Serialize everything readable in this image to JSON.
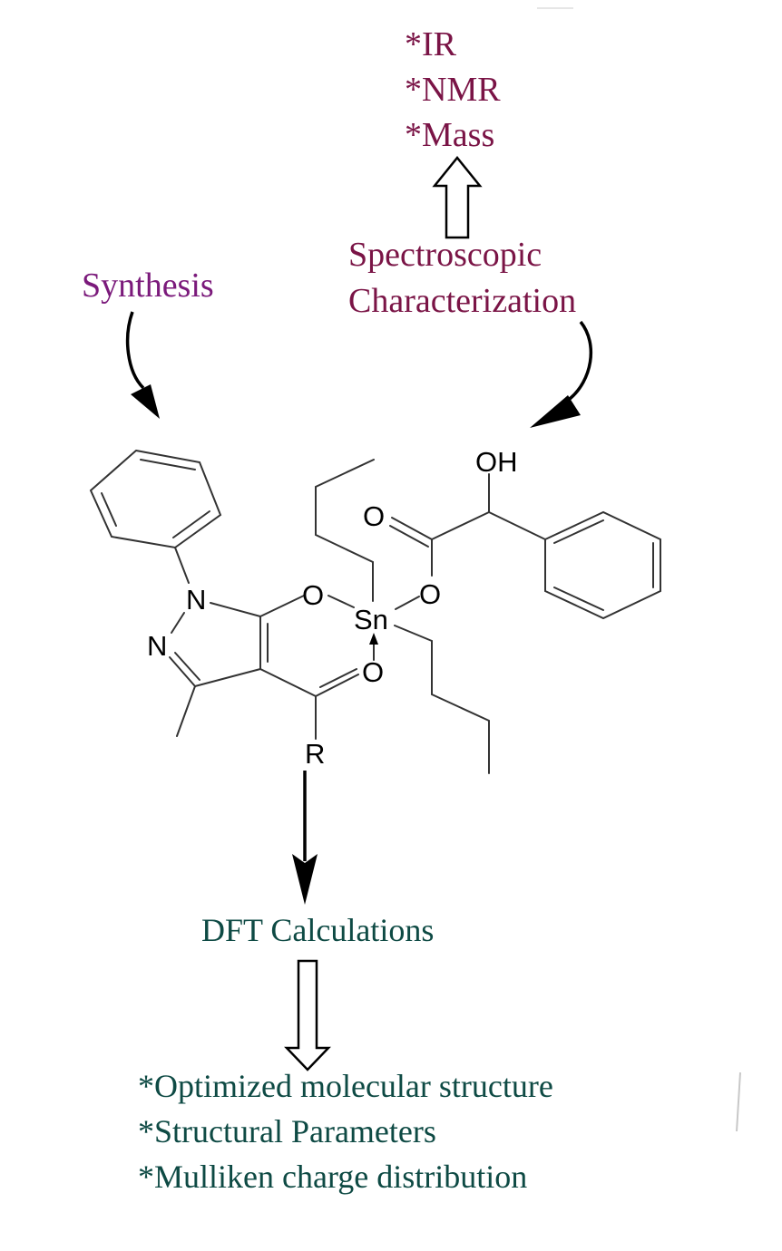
{
  "characterization_results": [
    "*IR",
    "*NMR",
    "*Mass"
  ],
  "spectroscopic": {
    "line1": "Spectroscopic",
    "line2": "Characterization",
    "color": "#7a1446"
  },
  "synthesis": {
    "label": "Synthesis",
    "color": "#7b1a7b"
  },
  "molecule": {
    "atoms": {
      "n1": "N",
      "n2": "N",
      "o_enolate": "O",
      "sn": "Sn",
      "o_carbonyl": "O",
      "r_group": "R",
      "o_ester_link": "O",
      "o_ester_carbonyl": "O",
      "oh": "OH"
    }
  },
  "dft": {
    "label": "DFT Calculations",
    "color": "#0e4a44"
  },
  "dft_results": [
    "*Optimized molecular structure",
    "*Structural Parameters",
    "*Mulliken charge distribution"
  ]
}
